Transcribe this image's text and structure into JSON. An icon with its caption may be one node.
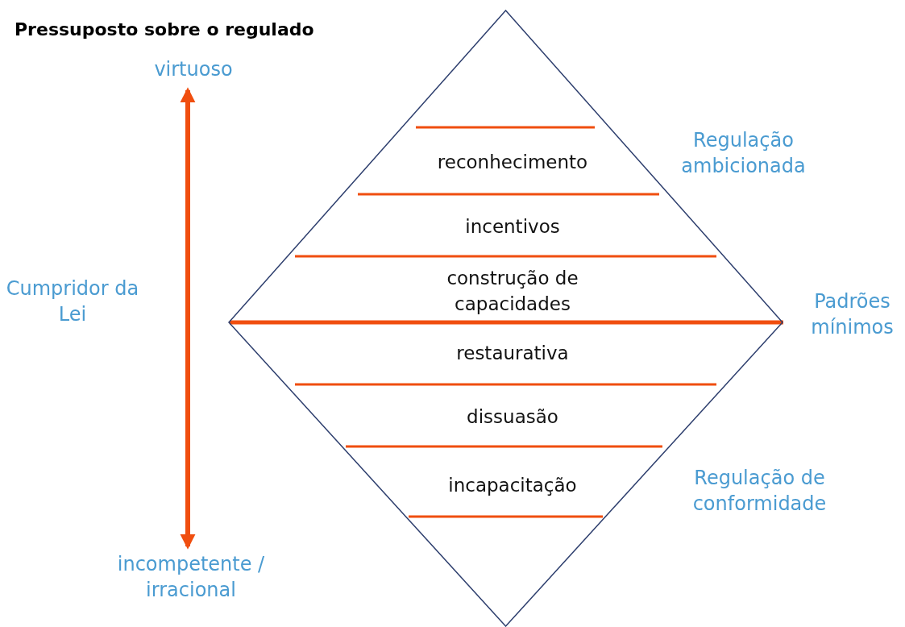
{
  "diagram": {
    "title": "Pressuposto sobre o regulado",
    "nodes": [
      {
        "text": [],
        "shape": "diamond"
      },
      {
        "text": [
          "reconhecimento"
        ],
        "in": 0
      },
      {
        "text": [
          "incentivos"
        ],
        "in": 0
      },
      {
        "text": [
          "construção de capacidades"
        ],
        "in": 0
      },
      {
        "text": [
          "restaurativa"
        ],
        "in": 0
      },
      {
        "text": [
          "dissuasão"
        ],
        "in": 0
      },
      {
        "text": [
          "incapacitação"
        ],
        "in": 0
      },
      {
        "text": [
          "virtuoso"
        ]
      },
      {
        "text": [
          "incompetente / irracional"
        ]
      }
    ],
    "edges": [
      {
        "from": 7,
        "to": 8,
        "arrow": "both"
      }
    ],
    "labels": [
      "Regulação ambicionada",
      "Cumpridor da Lei",
      "Padrões mínimos",
      "Regulação de conformidade"
    ]
  }
}
